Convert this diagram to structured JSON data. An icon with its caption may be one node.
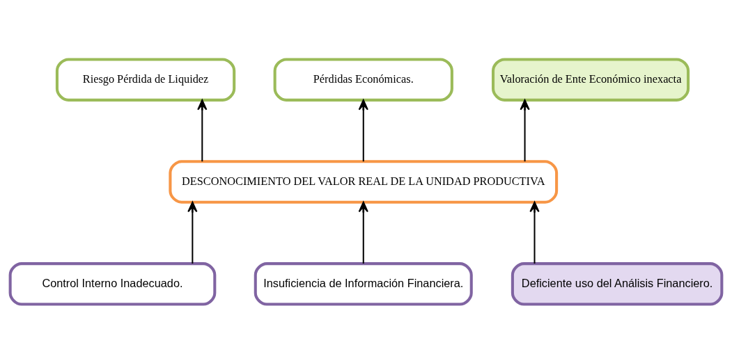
{
  "diagram": {
    "nodes": [
      {
        "text": [
          "Riesgo Pérdida de Liquidez"
        ]
      },
      {
        "text": [
          "Pérdidas Económicas."
        ]
      },
      {
        "text": [
          "Valoración de Ente Económico inexacta"
        ]
      },
      {
        "text": [
          "DESCONOCIMIENTO DEL VALOR REAL DE LA UNIDAD PRODUCTIVA"
        ]
      },
      {
        "text": [
          "Control Interno Inadecuado."
        ]
      },
      {
        "text": [
          "Insuficiencia de Información Financiera."
        ]
      },
      {
        "text": [
          "Deficiente uso del Análisis Financiero."
        ]
      }
    ],
    "edges": [
      {
        "from": 3,
        "to": 0,
        "arrow": "to"
      },
      {
        "from": 3,
        "to": 1,
        "arrow": "to"
      },
      {
        "from": 3,
        "to": 2,
        "arrow": "to"
      },
      {
        "from": 4,
        "to": 3,
        "arrow": "to"
      },
      {
        "from": 5,
        "to": 3,
        "arrow": "to"
      },
      {
        "from": 6,
        "to": 3,
        "arrow": "to"
      }
    ]
  }
}
